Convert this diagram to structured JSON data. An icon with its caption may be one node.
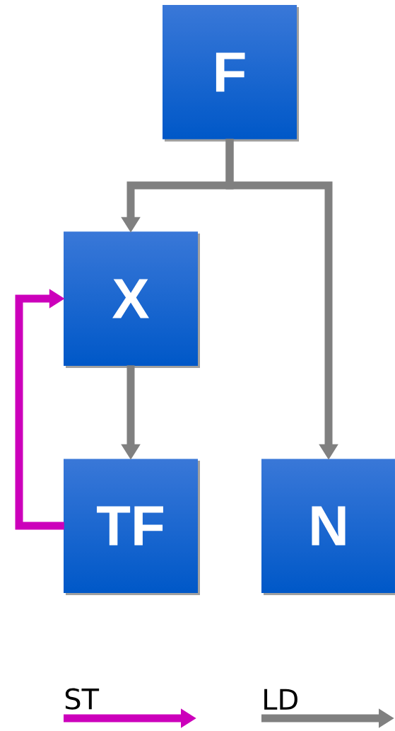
{
  "diagram": {
    "nodes": [
      {
        "text": [
          "F"
        ]
      },
      {
        "text": [
          "X"
        ]
      },
      {
        "text": [
          "TF"
        ]
      },
      {
        "text": [
          "N"
        ]
      }
    ],
    "edges": [
      {
        "from": 0,
        "to": 1,
        "arrow": "to"
      },
      {
        "from": 0,
        "to": 3,
        "arrow": "to"
      },
      {
        "from": 1,
        "to": 2,
        "arrow": "to"
      },
      {
        "from": 2,
        "to": 1,
        "arrow": "to",
        "color": "#cc00bb"
      }
    ],
    "legend": [
      {
        "text": "ST"
      },
      {
        "text": "LD"
      }
    ]
  }
}
